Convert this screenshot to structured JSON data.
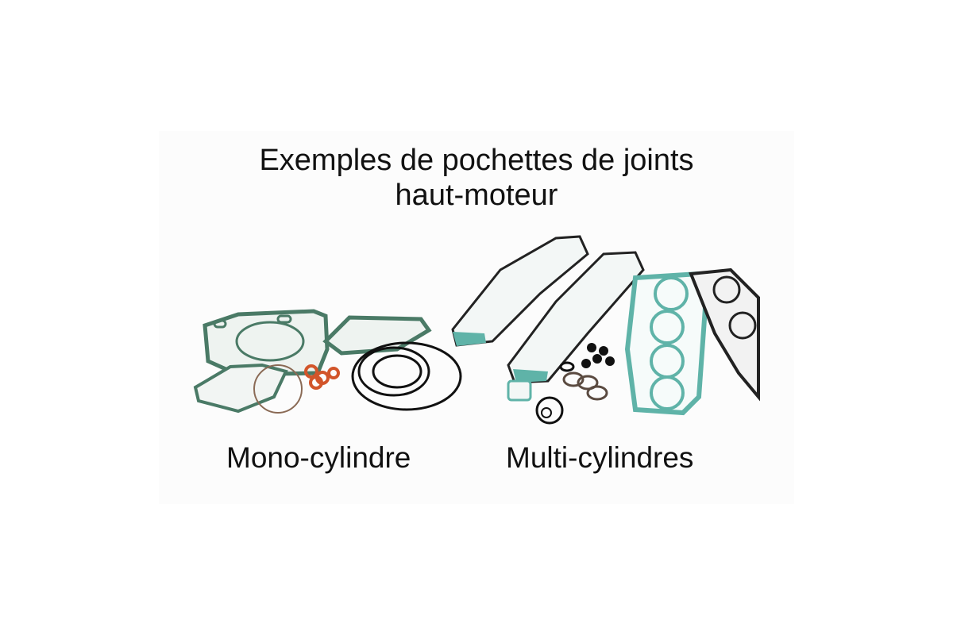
{
  "title": {
    "line1": "Exemples de pochettes de joints",
    "line2": "haut-moteur"
  },
  "groups": [
    {
      "label": "Mono-cylindre",
      "icon": "single-cylinder-gasket-set-icon"
    },
    {
      "label": "Multi-cylindres",
      "icon": "multi-cylinder-gasket-set-icon"
    }
  ],
  "colors": {
    "gasket_green": "#4a7a66",
    "gasket_teal": "#5fb3a8",
    "oring_black": "#111111",
    "seal_orange": "#d2552a",
    "text": "#111111"
  }
}
